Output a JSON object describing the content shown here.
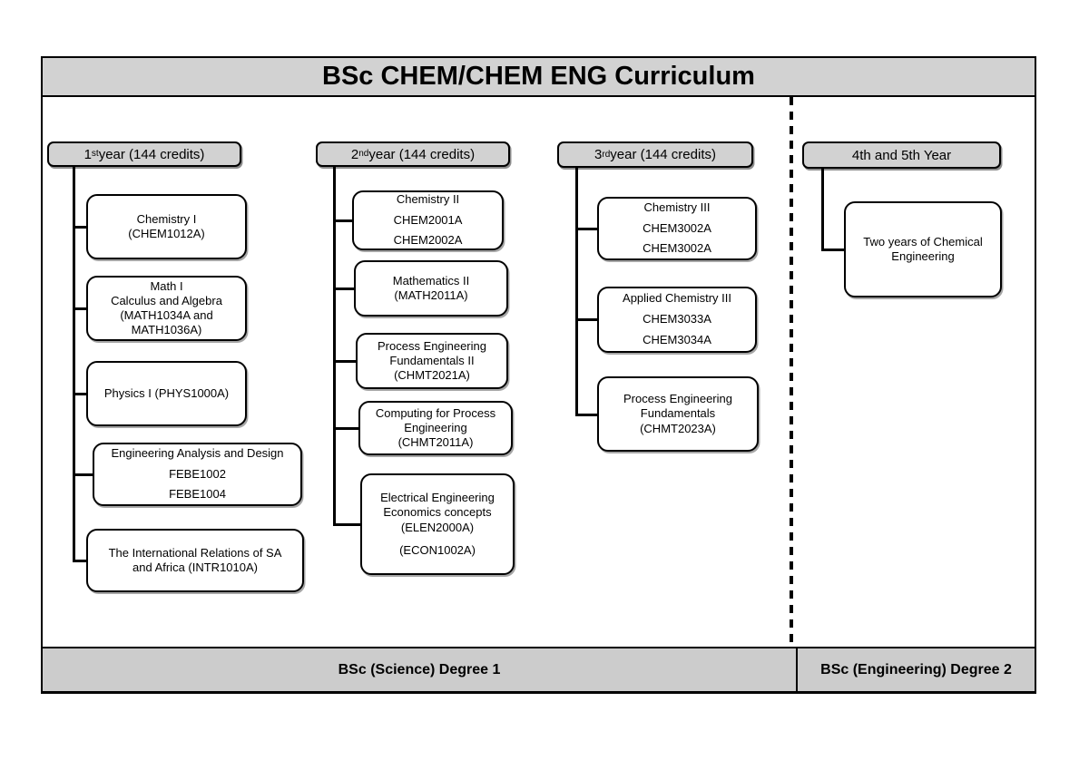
{
  "title": "BSc CHEM/CHEM ENG Curriculum",
  "colors": {
    "panel_gray": "#d2d2d2",
    "footer_gray": "#cccccc",
    "line_black": "#000000"
  },
  "columns": [
    {
      "id": "year-1",
      "header": {
        "parts": [
          {
            "t": "1"
          },
          {
            "t": "st",
            "sup": true
          },
          {
            "t": " year (144 credits)"
          }
        ]
      },
      "boxes": [
        {
          "lines": [
            "Chemistry I",
            "(CHEM1012A)"
          ]
        },
        {
          "lines": [
            "Math I",
            "Calculus and Algebra",
            "(MATH1034A and",
            "MATH1036A)"
          ]
        },
        {
          "lines": [
            "Physics I (PHYS1000A)"
          ]
        },
        {
          "lines": [
            "Engineering Analysis and Design",
            "FEBE1002",
            "FEBE1004"
          ]
        },
        {
          "lines": [
            "The International Relations of SA",
            "and Africa (INTR1010A)"
          ]
        }
      ]
    },
    {
      "id": "year-2",
      "header": {
        "parts": [
          {
            "t": "2"
          },
          {
            "t": "nd",
            "sup": true
          },
          {
            "t": " year (144 credits)"
          }
        ]
      },
      "boxes": [
        {
          "lines": [
            "Chemistry II",
            "CHEM2001A",
            "CHEM2002A"
          ]
        },
        {
          "lines": [
            "Mathematics II",
            "(MATH2011A)"
          ]
        },
        {
          "lines": [
            "Process Engineering",
            "Fundamentals II",
            "(CHMT2021A)"
          ]
        },
        {
          "lines": [
            "Computing for Process",
            "Engineering",
            "(CHMT2011A)"
          ]
        },
        {
          "lines": [
            "Electrical Engineering",
            "Economics concepts",
            "(ELEN2000A)",
            "",
            "(ECON1002A)"
          ]
        }
      ]
    },
    {
      "id": "year-3",
      "header": {
        "parts": [
          {
            "t": "3"
          },
          {
            "t": "rd",
            "sup": true
          },
          {
            "t": " year (144 credits)"
          }
        ]
      },
      "boxes": [
        {
          "lines": [
            "Chemistry III",
            "CHEM3002A",
            "CHEM3002A"
          ]
        },
        {
          "lines": [
            "Applied Chemistry III",
            "CHEM3033A",
            "CHEM3034A"
          ]
        },
        {
          "lines": [
            "Process Engineering",
            "Fundamentals",
            "(CHMT2023A)"
          ]
        }
      ]
    },
    {
      "id": "year-4-5",
      "header": {
        "parts": [
          {
            "t": "4th and 5th Year"
          }
        ]
      },
      "boxes": [
        {
          "lines": [
            "Two years of Chemical",
            "Engineering"
          ]
        }
      ]
    }
  ],
  "footer": {
    "degree1": "BSc (Science) Degree 1",
    "degree2": "BSc (Engineering) Degree 2"
  }
}
